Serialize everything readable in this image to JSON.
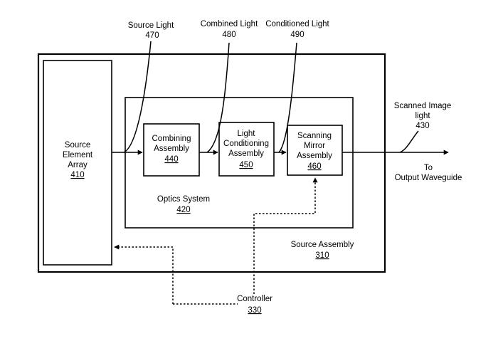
{
  "labels": {
    "source_light": {
      "name": "Source Light",
      "ref": "470"
    },
    "combined_light": {
      "name": "Combined Light",
      "ref": "480"
    },
    "conditioned_light": {
      "name": "Conditioned Light",
      "ref": "490"
    },
    "scanned_image_light": {
      "line1": "Scanned Image",
      "line2": "light",
      "ref": "430"
    },
    "output": {
      "line1": "To",
      "line2": "Output Waveguide"
    }
  },
  "blocks": {
    "source_element_array": {
      "line1": "Source",
      "line2": "Element",
      "line3": "Array",
      "ref": "410"
    },
    "combining_assembly": {
      "line1": "Combining",
      "line2": "Assembly",
      "ref": "440"
    },
    "light_conditioning_assembly": {
      "line1": "Light",
      "line2": "Conditioning",
      "line3": "Assembly",
      "ref": "450"
    },
    "scanning_mirror_assembly": {
      "line1": "Scanning",
      "line2": "Mirror",
      "line3": "Assembly",
      "ref": "460"
    },
    "optics_system": {
      "name": "Optics System",
      "ref": "420"
    },
    "source_assembly": {
      "name": "Source Assembly",
      "ref": "310"
    },
    "controller": {
      "name": "Controller",
      "ref": "330"
    }
  }
}
